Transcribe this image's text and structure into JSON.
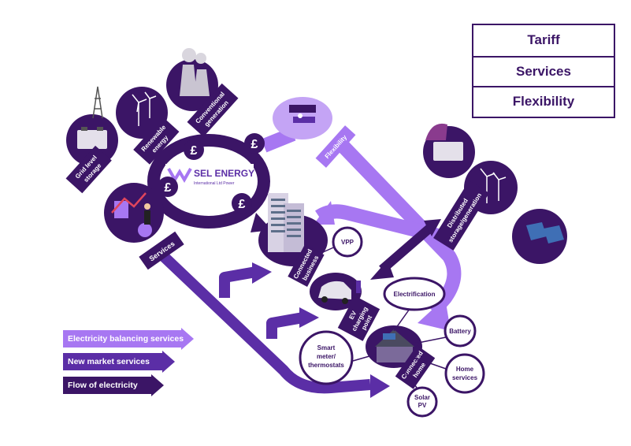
{
  "legend": {
    "rows": [
      "Tariff",
      "Services",
      "Flexibility"
    ]
  },
  "key": {
    "balancing": "Electricity balancing services",
    "market": "New market services",
    "flow": "Flow of electricity"
  },
  "colors": {
    "dark": "#3b1566",
    "mid": "#5b2ea6",
    "light": "#a777f2",
    "white": "#ffffff"
  },
  "logo": {
    "name": "SEL ENERGY",
    "tagline": "International Ltd Power"
  },
  "labels": {
    "grid_storage": [
      "Grid level",
      "storage"
    ],
    "renewable": [
      "Renewable",
      "energy"
    ],
    "conventional": [
      "Conventional",
      "generation"
    ],
    "flexibility": "Flexibility",
    "services": "Services",
    "distributed": [
      "Distributed",
      "storage/generation"
    ],
    "connected_business": [
      "Connected",
      "business"
    ],
    "ev_point": [
      "EV",
      "charging",
      "point"
    ],
    "connected_home": [
      "Connected",
      "home"
    ]
  },
  "bubbles": {
    "vpp": "VPP",
    "electrification": "Electrification",
    "battery": "Battery",
    "smart_meter": [
      "Smart",
      "meter/",
      "thermostats"
    ],
    "home_services": [
      "Home",
      "services"
    ],
    "solar": [
      "Solar",
      "PV"
    ]
  },
  "icons": {
    "pound": "£",
    "pound_marks": [
      "pound-icon-1",
      "pound-icon-2",
      "pound-icon-3",
      "pound-icon-4"
    ]
  }
}
